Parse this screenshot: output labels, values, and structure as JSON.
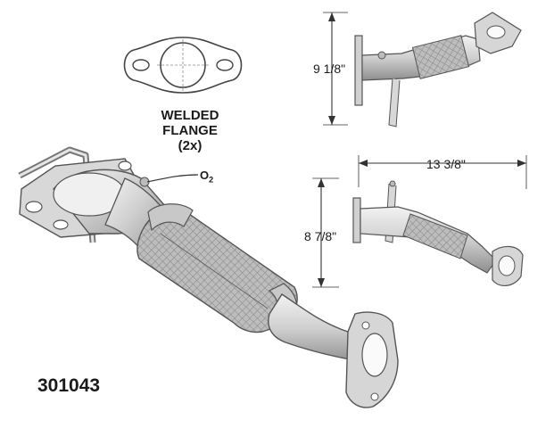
{
  "flange_caption": [
    "WELDED",
    "FLANGE",
    "(2x)"
  ],
  "part_number": "301043",
  "dimensions": {
    "top_view_height": "9 1/8\"",
    "overall_length": "13 3/8\"",
    "side_view_height": "8 7/8\""
  },
  "sensor_label": {
    "main": "O",
    "sub": "2"
  },
  "colors": {
    "metal_light": "#e8e8e8",
    "metal_mid": "#c4c4c4",
    "metal_dark": "#8a8a8a",
    "outline": "#555555",
    "dimension_line": "#333333"
  }
}
